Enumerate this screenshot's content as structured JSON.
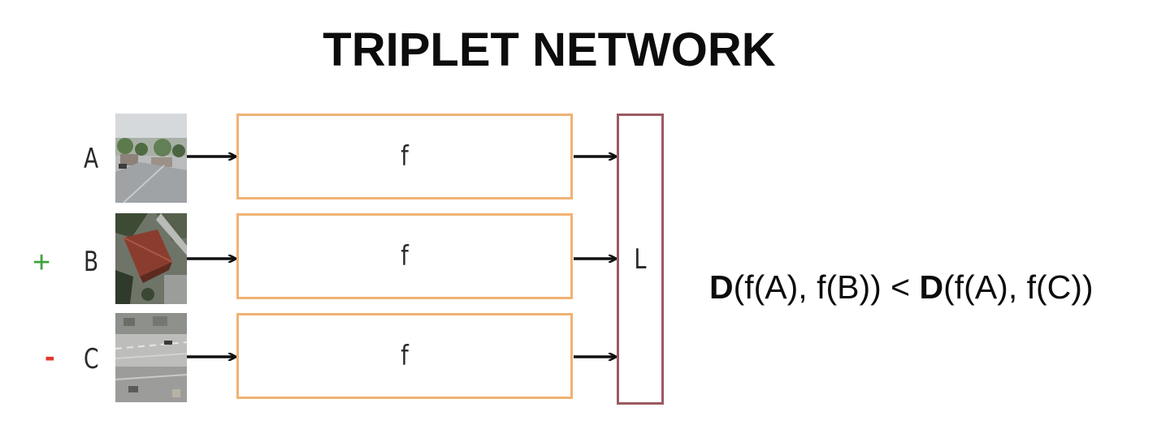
{
  "title": "TRIPLET NETWORK",
  "rows": [
    {
      "id": "A",
      "sign": "",
      "label": "A",
      "function_label": "f",
      "image": "street-scene-thumbnail"
    },
    {
      "id": "B",
      "sign": "+",
      "label": "B",
      "function_label": "f",
      "image": "aerial-rooftop-thumbnail"
    },
    {
      "id": "C",
      "sign": "-",
      "label": "C",
      "function_label": "f",
      "image": "aerial-road-thumbnail"
    }
  ],
  "loss_label": "L",
  "formula": {
    "d1": "D",
    "lhs": "(f(A), f(B)) < ",
    "d2": "D",
    "rhs": "(f(A), f(C))"
  },
  "colors": {
    "function_box_border": "#f0b274",
    "loss_box_border": "#9b5a60",
    "positive_sign": "#3fa23a",
    "negative_sign": "#e0392b",
    "arrow": "#111111"
  }
}
